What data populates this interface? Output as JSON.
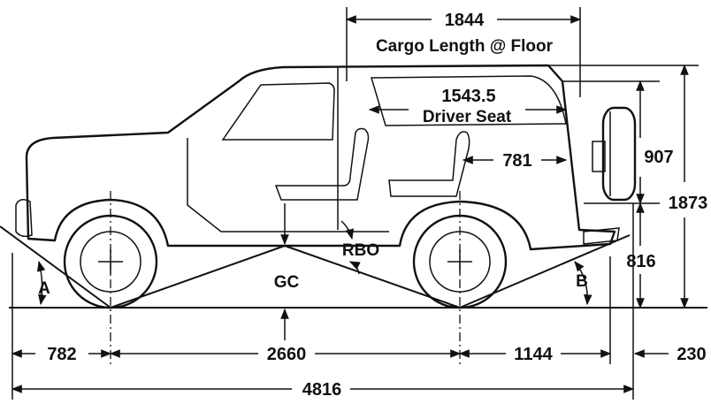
{
  "dimensions": {
    "cargo_length_value": "1844",
    "cargo_length_label": "Cargo Length @ Floor",
    "driver_seat_value": "1543.5",
    "driver_seat_label": "Driver Seat",
    "seat_to_rear_value": "781",
    "spare_height_value": "907",
    "overall_height_value": "1873",
    "lower_height_value": "816",
    "front_overhang_value": "782",
    "wheelbase_value": "2660",
    "rear_overhang_value": "1144",
    "spare_overhang_value": "230",
    "overall_length_value": "4816"
  },
  "labels": {
    "approach_angle": "A",
    "departure_angle": "B",
    "ground_clearance": "GC",
    "ramp_breakover": "RBO"
  }
}
